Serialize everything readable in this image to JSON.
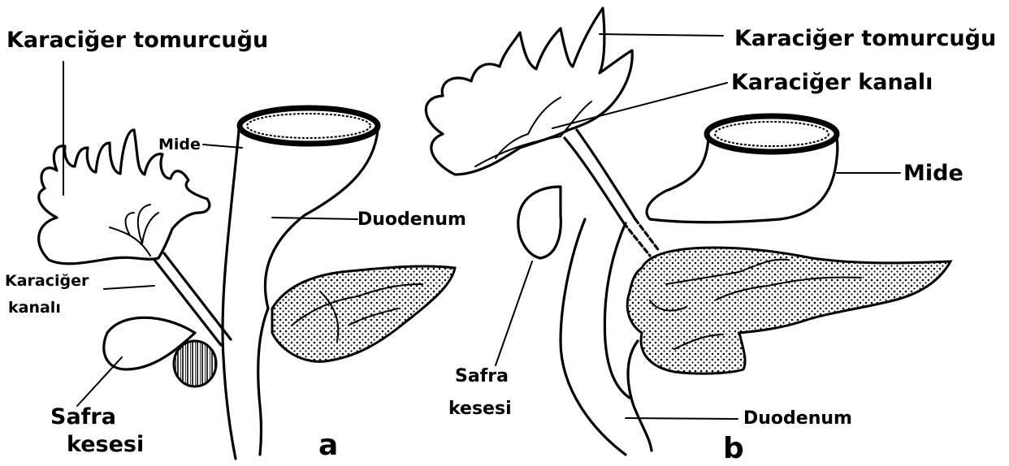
{
  "diagram": {
    "panel_a": {
      "marker": "a",
      "labels": {
        "liver_bud": "Karaciğer tomurcuğu",
        "stomach": "Mide",
        "duodenum": "Duodenum",
        "hepatic_duct_line1": "Karaciğer",
        "hepatic_duct_line2": "kanalı",
        "gallbladder_line1": "Safra",
        "gallbladder_line2": "kesesi"
      }
    },
    "panel_b": {
      "marker": "b",
      "labels": {
        "liver_bud": "Karaciğer tomurcuğu",
        "hepatic_duct": "Karaciğer kanalı",
        "stomach": "Mide",
        "gallbladder_line1": "Safra",
        "gallbladder_line2": "kesesi",
        "duodenum": "Duodenum"
      }
    }
  },
  "colors": {
    "ink": "#000000",
    "background": "#ffffff"
  }
}
